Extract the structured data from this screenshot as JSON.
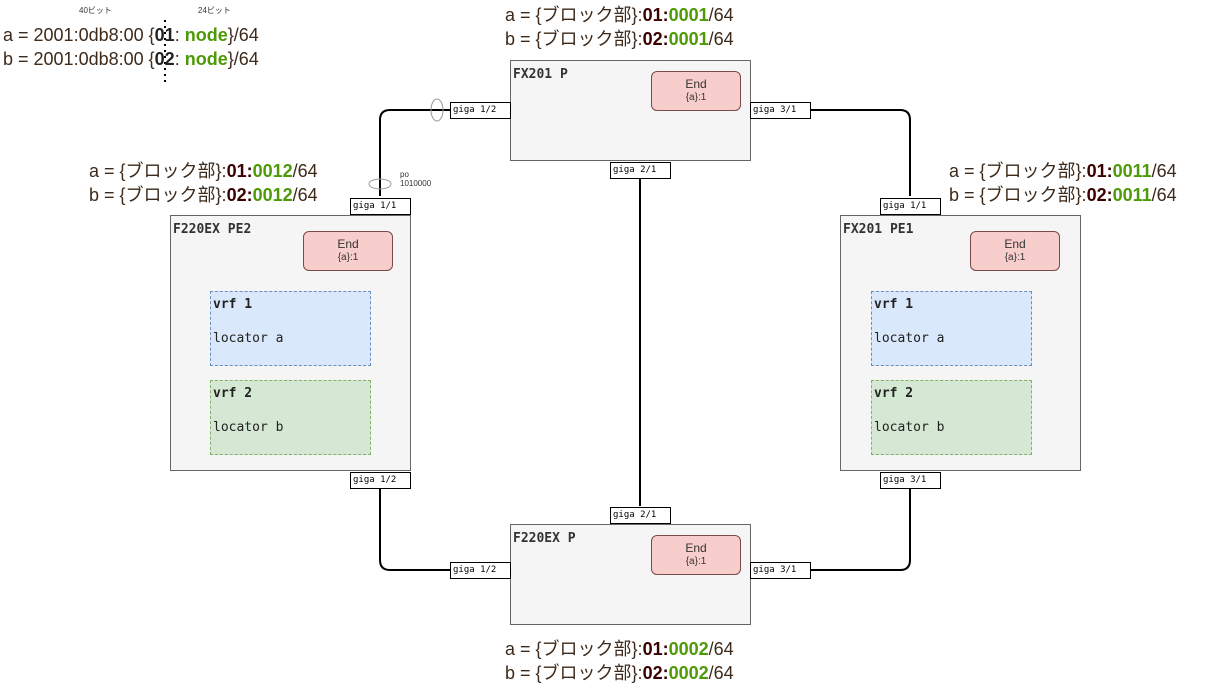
{
  "legend": {
    "bits40": "40ビット",
    "bits24": "24ビット",
    "rows": [
      {
        "prefix": "a = 2001:0db8:00 ",
        "open": "{",
        "net": "01",
        "colon": ": ",
        "node": "node",
        "suffix": "}/64"
      },
      {
        "prefix": "b = 2001:0db8:00 ",
        "open": "{",
        "net": "02",
        "colon": ": ",
        "node": "node",
        "suffix": "}/64"
      }
    ]
  },
  "common": {
    "block_prefix_a": "a = {ブロック部}:",
    "block_prefix_b": "b = {ブロック部}:",
    "loc_a": "01:",
    "loc_b": "02:",
    "suffix": "/64"
  },
  "nodes": {
    "fx201p": {
      "title": "FX201 P",
      "node_id": "0001",
      "end_label": "End",
      "end_sub": "{a}:1"
    },
    "f220expe2": {
      "title": "F220EX PE2",
      "node_id": "0012",
      "end_label": "End",
      "end_sub": "{a}:1",
      "vrfs": [
        {
          "name": "vrf 1",
          "locator": "locator a"
        },
        {
          "name": "vrf 2",
          "locator": "locator b"
        }
      ]
    },
    "fx201pe1": {
      "title": "FX201 PE1",
      "node_id": "0011",
      "end_label": "End",
      "end_sub": "{a}:1",
      "vrfs": [
        {
          "name": "vrf 1",
          "locator": "locator a"
        },
        {
          "name": "vrf 2",
          "locator": "locator b"
        }
      ]
    },
    "f220exp": {
      "title": "F220EX P",
      "node_id": "0002",
      "end_label": "End",
      "end_sub": "{a}:1"
    }
  },
  "ports": {
    "fx201p_g12": "giga 1/2",
    "fx201p_g31": "giga 3/1",
    "fx201p_g21": "giga 2/1",
    "pe2_g11": "giga 1/1",
    "pe2_g12": "giga 1/2",
    "pe1_g11": "giga 1/1",
    "pe1_g31": "giga 3/1",
    "exp_g21": "giga 2/1",
    "exp_g12": "giga 1/2",
    "exp_g31": "giga 3/1"
  },
  "po_label": {
    "line1": "po",
    "line2": "1010000"
  },
  "colors": {
    "node_bg": "#f5f5f5",
    "end_bg": "#f8cecc",
    "vrf_blue": "#dae8fc",
    "vrf_green": "#d5e8d4",
    "node_id_green": "#4d9a06"
  }
}
